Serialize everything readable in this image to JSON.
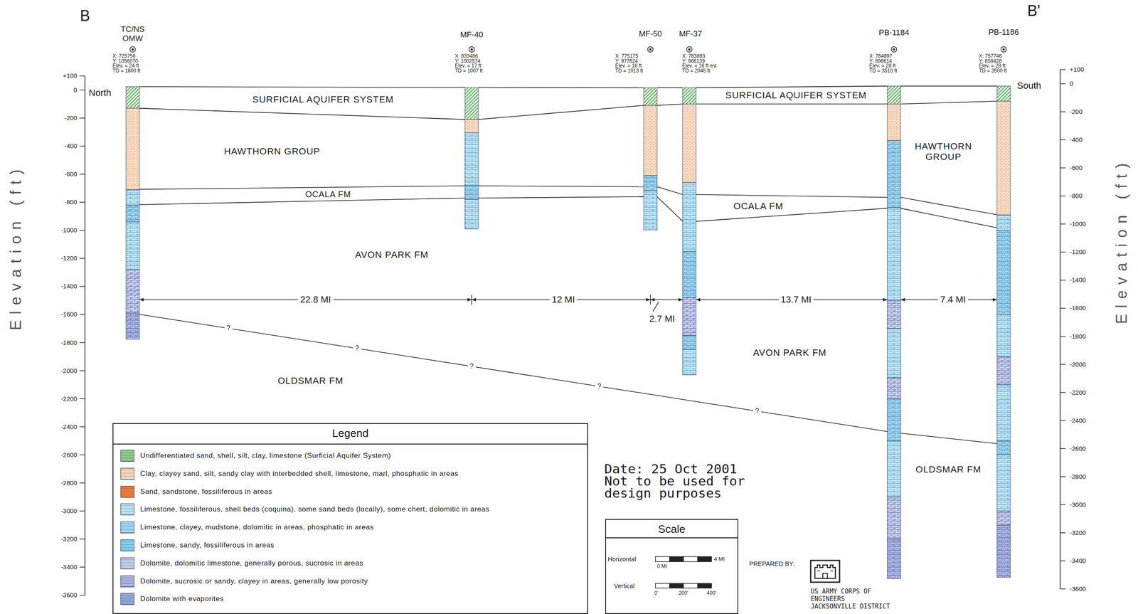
{
  "diagram": {
    "nodes": [
      {
        "text": [
          "Legend"
        ]
      },
      {
        "text": [
          "Scale"
        ]
      }
    ],
    "labels": [
      "B",
      "B'",
      "TC/NS OMW",
      "X: 725756",
      "Y: 1056070",
      "Elev. = 24 ft",
      "TD = 1800 ft",
      "MF-40",
      "X: 833486",
      "Y: 1002574",
      "Elev. = 17 ft",
      "TD = 1007 ft",
      "MF-50",
      "X: 775175",
      "Y: 977624",
      "Elev. = 16 ft",
      "TD = 1013 ft",
      "MF-37",
      "X: 783893",
      "Y: 966139",
      "Elev. = 16 ft est",
      "TD = 2046 ft",
      "PB-1184",
      "X: 764897",
      "Y: 896614",
      "Elev. = 28 ft",
      "TD = 3510 ft",
      "PB-1186",
      "X: 757746",
      "Y: 858428",
      "Elev. = 28 ft",
      "TD = 3500 ft",
      "North",
      "South",
      "SURFICIAL AQUIFER SYSTEM",
      "SURFICIAL AQUIFER SYSTEM",
      "HAWTHORN GROUP",
      "HAWTHORN GROUP",
      "OCALA FM",
      "OCALA FM",
      "AVON PARK FM",
      "AVON PARK FM",
      "OLDSMAR FM",
      "OLDSMAR FM",
      "22.8 MI",
      "12 MI",
      "2.7 MI",
      "13.7 MI",
      "7.4 MI",
      "?",
      "?",
      "?",
      "?",
      "?",
      "Elevation (ft)",
      "Elevation (ft)",
      "+100",
      "0",
      "-200",
      "-400",
      "-600",
      "-800",
      "-1000",
      "-1200",
      "-1400",
      "-1600",
      "-1800",
      "-2000",
      "-2200",
      "-2400",
      "-2600",
      "-2800",
      "-3000",
      "-3200",
      "-3400",
      "-3600",
      "+100",
      "0",
      "-200",
      "-400",
      "-600",
      "-800",
      "-1000",
      "-1200",
      "-1400",
      "-1600",
      "-1800",
      "-2000",
      "-2200",
      "-2400",
      "-2600",
      "-2800",
      "-3000",
      "-3200",
      "-3400",
      "-3600",
      "Date: 25 Oct 2001 Not to be used for design purposes",
      "Horizontal",
      "0 MI",
      "4 MI",
      "Vertical",
      "0'",
      "200'",
      "400'",
      "PREPARED BY:",
      "US ARMY CORPS OF ENGINEERS JACKSONVILLE DISTRICT"
    ],
    "legend": [
      {
        "text": "Undifferentiated sand, shell, silt, clay, limestone (Surficial Aquifer System)",
        "color": "#8cc98a"
      },
      {
        "text": "Clay, clayey sand, silt, sandy clay with interbedded shell, limestone, marl, phosphatic in areas",
        "color": "#f8d5b8"
      },
      {
        "text": "Sand, sandstone, fossiliferous in areas",
        "color": "#f27a35"
      },
      {
        "text": "Limestone, fossiliferous, shell beds (coquina), some sand beds (locally), some chert, dolomitic in areas",
        "color": "#b9e2f5"
      },
      {
        "text": "Limestone, clayey, mudstone, dolomitic in areas, phosphatic in areas",
        "color": "#9cd5f0"
      },
      {
        "text": "Limestone, sandy, fossiliferous in areas",
        "color": "#85cdef"
      },
      {
        "text": "Dolomite, dolomitic limestone, generally porous, sucrosic in areas",
        "color": "#c5ccec"
      },
      {
        "text": "Dolomite, sucrosic or sandy, clayey in areas, generally low porosity",
        "color": "#a9b3e2"
      },
      {
        "text": "Dolomite with evaporites",
        "color": "#8fa5dc"
      }
    ]
  }
}
